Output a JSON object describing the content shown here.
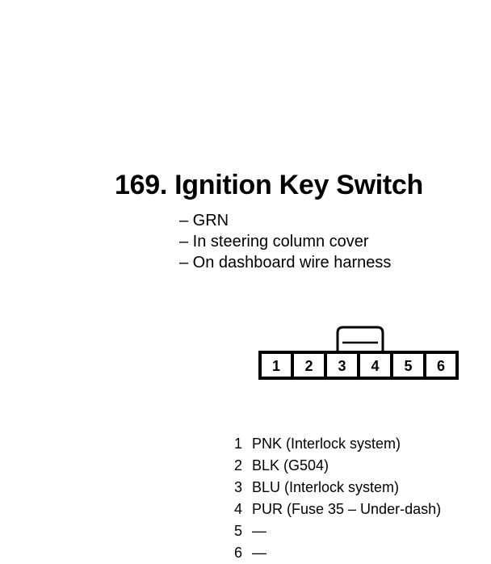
{
  "title": "169. Ignition Key Switch",
  "notes": [
    "– GRN",
    "– In steering column cover",
    "– On dashboard wire harness"
  ],
  "connector": {
    "pins": [
      "1",
      "2",
      "3",
      "4",
      "5",
      "6"
    ]
  },
  "pin_list": [
    {
      "num": "1",
      "desc": "PNK (Interlock system)"
    },
    {
      "num": "2",
      "desc": "BLK (G504)"
    },
    {
      "num": "3",
      "desc": "BLU (Interlock system)"
    },
    {
      "num": "4",
      "desc": "PUR (Fuse 35 – Under-dash)"
    },
    {
      "num": "5",
      "desc": "—"
    },
    {
      "num": "6",
      "desc": "—"
    }
  ]
}
